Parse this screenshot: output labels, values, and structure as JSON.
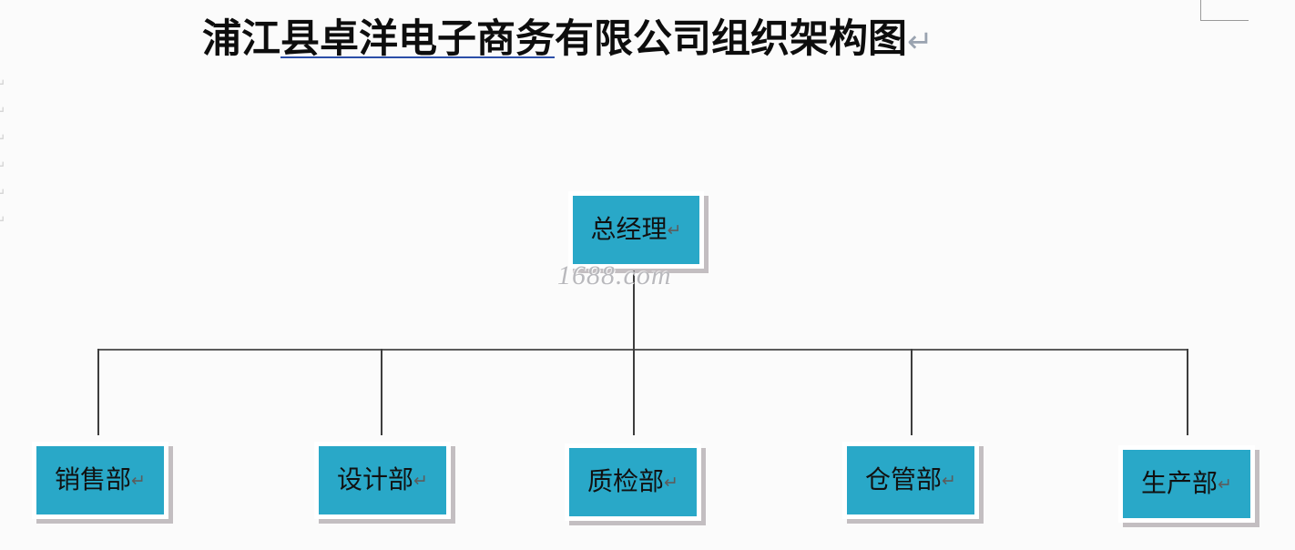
{
  "document": {
    "title_prefix": "浦江",
    "title_underlined": "县卓洋电子商务",
    "title_suffix": "有限公司组织架构图",
    "title_pilcrow": "↵",
    "title_full": "浦江县卓洋电子商务有限公司组织架构图",
    "background_color": "#fbfbfb",
    "underline_color": "#2b4ea8"
  },
  "margin_marks": [
    "↵",
    "↵",
    "↵",
    "↵",
    "↵",
    "↵"
  ],
  "watermark": {
    "text": "1688.com",
    "color": "#b9b9bd"
  },
  "chart_data": {
    "type": "org-chart",
    "title": "浦江县卓洋电子商务有限公司组织架构图",
    "node_fill_color": "#29a8c8",
    "node_border_color": "#ffffff",
    "shadow_color": "#968c91",
    "connector_color": "#3d3d3d",
    "root": {
      "label": "总经理",
      "pilcrow": "↵"
    },
    "children": [
      {
        "label": "销售部",
        "pilcrow": "↵"
      },
      {
        "label": "设计部",
        "pilcrow": "↵"
      },
      {
        "label": "质检部",
        "pilcrow": "↵"
      },
      {
        "label": "仓管部",
        "pilcrow": "↵"
      },
      {
        "label": "生产部",
        "pilcrow": "↵"
      }
    ]
  }
}
